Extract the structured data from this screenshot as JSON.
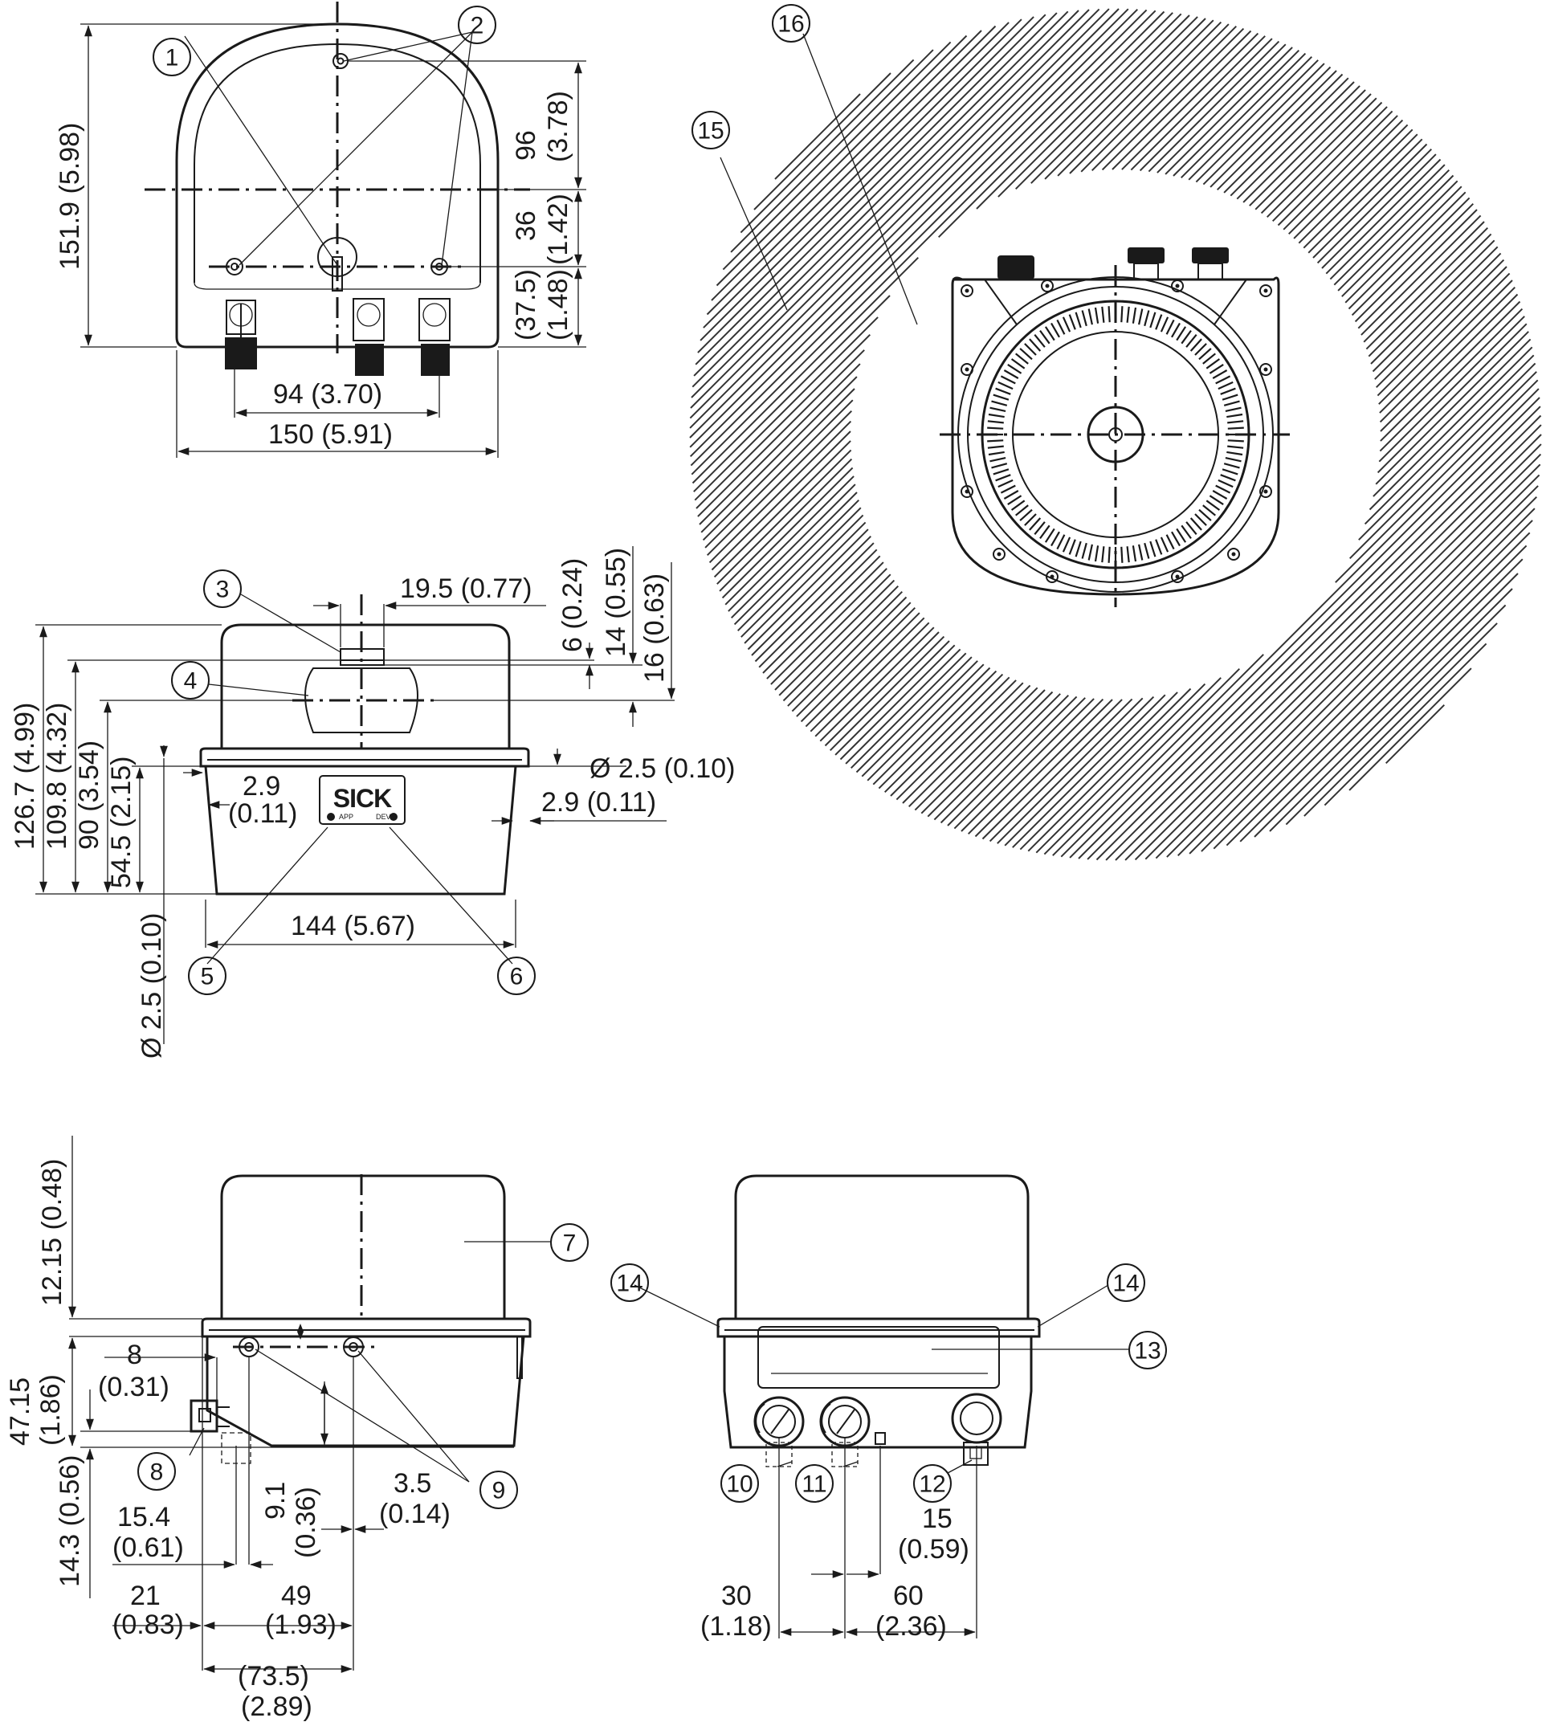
{
  "callouts": [
    "1",
    "2",
    "3",
    "4",
    "5",
    "6",
    "7",
    "8",
    "9",
    "10",
    "11",
    "12",
    "13",
    "14",
    "15",
    "16"
  ],
  "top_view": {
    "height": "151.9",
    "height_in": "(5.98)",
    "d96": "96",
    "d96_in": "(3.78)",
    "d36": "36",
    "d36_in": "(1.42)",
    "d37": "(37.5)",
    "d37_in": "(1.48)",
    "w94": "94",
    "w94_in": "(3.70)",
    "w150": "150",
    "w150_in": "(5.91)"
  },
  "side_view": {
    "d195": "19.5",
    "d195_in": "(0.77)",
    "d6": "6",
    "d6_in": "(0.24)",
    "d14": "14",
    "d14_in": "(0.55)",
    "d16": "16",
    "d16_in": "(0.63)",
    "h1267": "126.7",
    "h1267_in": "(4.99)",
    "h1098": "109.8",
    "h1098_in": "(4.32)",
    "h90": "90",
    "h90_in": "(3.54)",
    "h545": "54.5",
    "h545_in": "(2.15)",
    "phi_top": "Ø 2.5",
    "phi_top_in": "(0.10)",
    "d29_left": "2.9",
    "d29_left_in": "(0.11)",
    "d29_right": "2.9",
    "d29_right_in": "(0.11)",
    "w144": "144",
    "w144_in": "(5.67)",
    "phi_v": "Ø 2.5",
    "phi_v_in": "(0.10)",
    "brand": "SICK",
    "led_left": "APP",
    "led_right": "DEV"
  },
  "front_view": {
    "h1215": "12.15",
    "h1215_in": "(0.48)",
    "h4715": "47.15",
    "h4715_in": "(1.86)",
    "h143": "14.3",
    "h143_in": "(0.56)",
    "d8": "8",
    "d8_in": "(0.31)",
    "d154": "15.4",
    "d154_in": "(0.61)",
    "d91": "9.1",
    "d91_in": "(0.36)",
    "d35": "3.5",
    "d35_in": "(0.14)",
    "d21": "21",
    "d21_in": "(0.83)",
    "d49": "49",
    "d49_in": "(1.93)",
    "d735": "(73.5)",
    "d735_in": "(2.89)"
  },
  "back_view": {
    "d15": "15",
    "d15_in": "(0.59)",
    "d30": "30",
    "d30_in": "(1.18)",
    "d60": "60",
    "d60_in": "(2.36)"
  }
}
